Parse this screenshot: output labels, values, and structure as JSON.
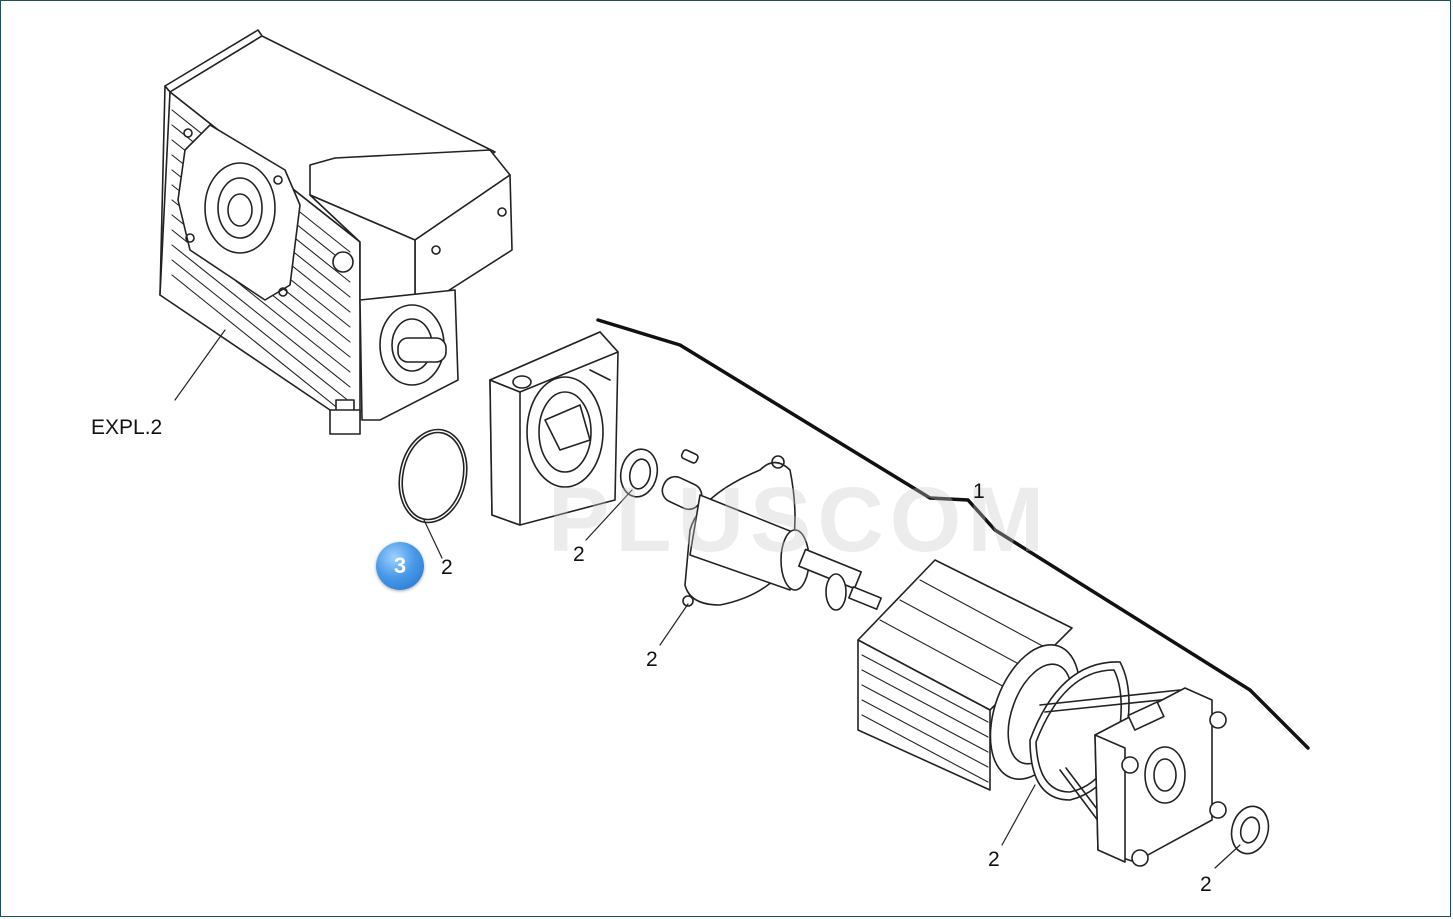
{
  "labels": {
    "expl": "EXPL.2",
    "ref_1": "1",
    "ref_2_oring": "2",
    "ref_2_seal": "2",
    "ref_2_gasket": "2",
    "ref_2_motor_gasket": "2",
    "ref_2_end_seal": "2"
  },
  "badge": {
    "number": "3",
    "color": "#3b8ee0"
  },
  "watermark": {
    "text": "PLUSCOM"
  },
  "colors": {
    "line": "#1a1a1a",
    "frame": "#1f4e5a"
  }
}
